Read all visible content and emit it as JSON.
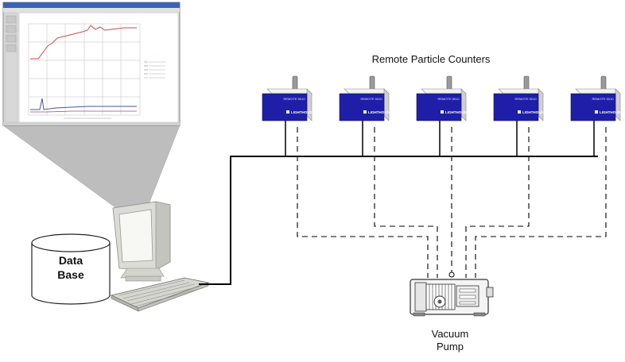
{
  "labels": {
    "remote_counters": "Remote Particle Counters",
    "database_line1": "Data",
    "database_line2": "Base",
    "pump_line1": "Vacuum",
    "pump_line2": "Pump"
  },
  "counter_model": "REMOTE 5010",
  "counter_brand": "LIGHTHOUSE",
  "counter_count": 5,
  "colors": {
    "counter_body": "#1e1ea8",
    "counter_top": "#f2f2f2",
    "counter_side": "#cfcfcf",
    "probe": "#8c8c8c",
    "wire": "#000000",
    "vacuum_line": "#000000",
    "zoom_cone": "#bcbcbc",
    "chart_red": "#cc4a4a",
    "chart_blue": "#5050a8"
  },
  "icons": [
    "monitor-icon",
    "keyboard-icon",
    "database-cylinder-icon",
    "vacuum-pump-icon",
    "particle-counter-icon"
  ]
}
